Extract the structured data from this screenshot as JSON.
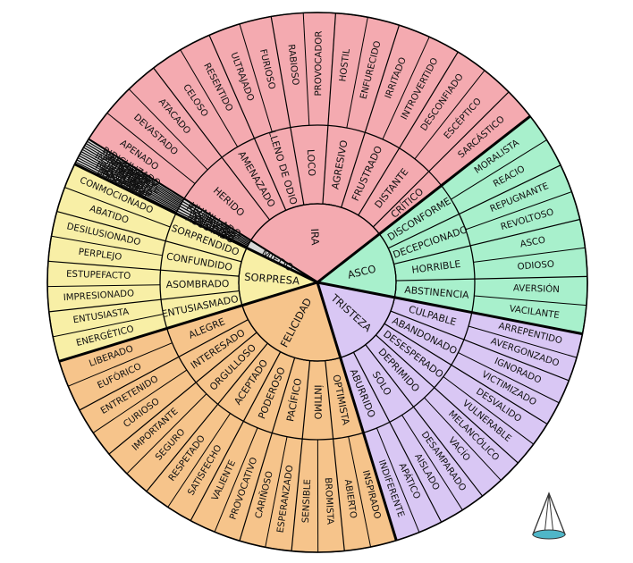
{
  "wheel": {
    "families": [
      {
        "key": "ira",
        "core": "IRA",
        "color": "#f4aab0",
        "groups": [
          {
            "mid": "AMENAZADO",
            "outer": [
              "CELOSO",
              "RESENTIDO"
            ]
          },
          {
            "mid": "LLENO DE ODIO",
            "outer": [
              "ULTRAJADO",
              "FURIOSO"
            ]
          },
          {
            "mid": "LOCO",
            "outer": [
              "RABIOSO",
              "PROVOCADOR"
            ]
          },
          {
            "mid": "AGRESIVO",
            "outer": [
              "HOSTIL",
              "ENFURECIDO"
            ]
          },
          {
            "mid": "FRUSTRADO",
            "outer": [
              "IRRITADO",
              "INTROVERTIDO"
            ]
          },
          {
            "mid": "DISTANTE",
            "outer": [
              "DESCONFIADO",
              "ESCÉPTICO"
            ]
          },
          {
            "mid": "CRÍTICO",
            "outer": [
              "SARCÁSTICO"
            ]
          }
        ],
        "extra_before": [
          "ATACADO"
        ],
        "extra_mid_before": [
          "HERIDO"
        ]
      },
      {
        "key": "asco",
        "core": "ASCO",
        "color": "#a8f0cc",
        "groups": [
          {
            "mid": "DISCONFORME",
            "outer": [
              "MORALISTA",
              "REACIO"
            ]
          },
          {
            "mid": "DECEPCIONADO",
            "outer": [
              "REPUGNANTE",
              "REVOLTOSO"
            ]
          },
          {
            "mid": "HORRIBLE",
            "outer": [
              "ASCO",
              "ODIOSO"
            ]
          },
          {
            "mid": "ABSTINENCIA",
            "outer": [
              "AVERSIÓN",
              "VACILANTE"
            ]
          }
        ]
      },
      {
        "key": "tristeza",
        "core": "TRISTEZA",
        "color": "#d9c7f4",
        "groups": [
          {
            "mid": "CULPABLE",
            "outer": [
              "ARREPENTIDO",
              "AVERGONZADO"
            ]
          },
          {
            "mid": "ABANDONADO",
            "outer": [
              "IGNORADO",
              "VICTIMIZADO"
            ]
          },
          {
            "mid": "DESESPERADO",
            "outer": [
              "DESVALIDO",
              "VULNERABLE"
            ]
          },
          {
            "mid": "DEPRIMIDO",
            "outer": [
              "MELANCÓLICO",
              "VACÍO"
            ]
          },
          {
            "mid": "SOLO",
            "outer": [
              "DESAMPARADO",
              "AISLADO"
            ]
          },
          {
            "mid": "ABURRIDO",
            "outer": [
              "APÁTICO",
              "INDIFERENTE"
            ]
          }
        ]
      },
      {
        "key": "felicidad",
        "core": "FELICIDAD",
        "color": "#f6c48b",
        "groups": [
          {
            "mid": "OPTIMISTA",
            "outer": [
              "INSPIRADO",
              "ABIERTO"
            ]
          },
          {
            "mid": "ÍNTIMO",
            "outer": [
              "BROMISTA",
              "SENSIBLE"
            ]
          },
          {
            "mid": "PACÍFICO",
            "outer": [
              "ESPERANZADO",
              "CARIÑOSO"
            ]
          },
          {
            "mid": "PODEROSO",
            "outer": [
              "PROVOCATIVO",
              "VALIENTE"
            ]
          },
          {
            "mid": "ACEPTADO",
            "outer": [
              "SATISFECHO",
              "RESPETADO"
            ]
          },
          {
            "mid": "ORGULLOSO",
            "outer": [
              "SEGURO",
              "IMPORTANTE"
            ]
          },
          {
            "mid": "INTERESADO",
            "outer": [
              "CURIOSO",
              "ENTRETENIDO"
            ]
          },
          {
            "mid": "ALEGRE",
            "outer": [
              "EUFÓRICO",
              "LIBERADO"
            ]
          }
        ]
      },
      {
        "key": "sorpresa",
        "core": "SORPRESA",
        "color": "#f8efa6",
        "groups": [
          {
            "mid": "ENTUSIASMADO",
            "outer": [
              "ENERGÉTICO",
              "ENTUSIASTA"
            ]
          },
          {
            "mid": "ASOMBRADO",
            "outer": [
              "IMPRESIONADO",
              "ESTUPEFACTO"
            ]
          },
          {
            "mid": "CONFUNDIDO",
            "outer": [
              "PERPLEJO",
              "DESILUSIONADO"
            ]
          },
          {
            "mid": "SORPRENDIDO",
            "outer": [
              "ABATIDO",
              "CONMOCIONADO"
            ]
          }
        ]
      },
      {
        "key": "miedo",
        "core": "MIEDO",
        "color": "#d8d8d8",
        "groups": [
          {
            "mid": "ASUSTADO",
            "outer": [
              "ATERRADO",
              "ESPANTADO"
            ]
          },
          {
            "mid": "ANSIOSO",
            "outer": [
              "AGOBIADO",
              "PREOCUPADO"
            ]
          },
          {
            "mid": "INSEGURO",
            "outer": [
              "INSUFICIENTE",
              "INFERIOR"
            ]
          },
          {
            "mid": "SUMISO",
            "outer": [
              "INÚTIL",
              "INSIGNIFICANTE"
            ]
          },
          {
            "mid": "RECHAZADO",
            "outer": [
              "MARGINADO",
              "ALIENADO"
            ]
          },
          {
            "mid": "HUMILLADO",
            "outer": [
              "IRRESPETADO",
              "RIDICULIZADO"
            ]
          }
        ]
      }
    ],
    "ira_wrap": {
      "mid": [
        "HERIDO"
      ],
      "outer": [
        "APENADO",
        "DEVASTADO",
        "ATACADO"
      ]
    },
    "icon": {
      "name": "cone-icon",
      "color": "#4fb6c8"
    }
  }
}
